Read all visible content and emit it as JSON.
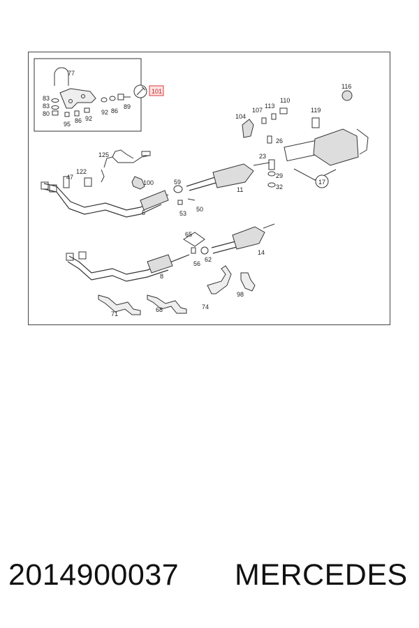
{
  "diagram": {
    "callouts": {
      "c77": "77",
      "c83a": "83",
      "c83b": "83",
      "c80": "80",
      "c95": "95",
      "c86a": "86",
      "c92a": "92",
      "c92b": "92",
      "c86b": "86",
      "c89": "89",
      "c101": "101",
      "c125": "125",
      "c47": "47",
      "c122": "122",
      "c100": "100",
      "c5": "5",
      "c59": "59",
      "c53": "53",
      "c50": "50",
      "c11": "11",
      "c104": "104",
      "c107": "107",
      "c113": "113",
      "c110": "110",
      "c116": "116",
      "c119": "119",
      "c26": "26",
      "c23": "23",
      "c29": "29",
      "c32": "32",
      "c17": "17",
      "c65": "65",
      "c56": "56",
      "c62": "62",
      "c14": "14",
      "c8": "8",
      "c71": "71",
      "c68": "68",
      "c74": "74",
      "c98": "98"
    },
    "highlight_color": "#e03a3a"
  },
  "footer": {
    "part_number": "2014900037",
    "brand": "MERCEDES"
  }
}
